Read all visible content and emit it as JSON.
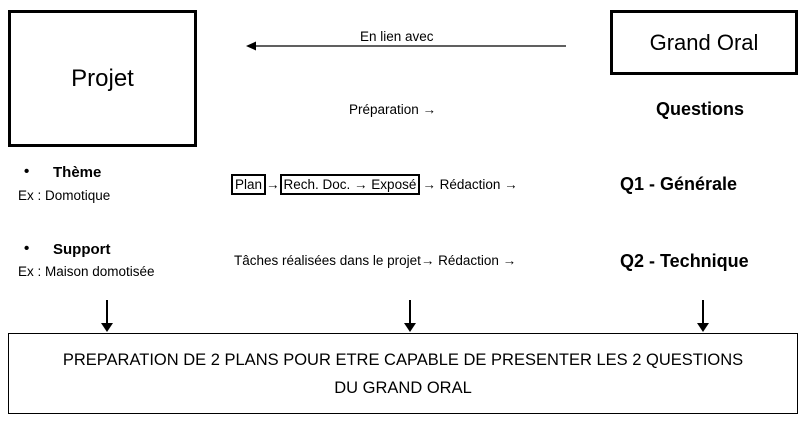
{
  "projet": {
    "title": "Projet"
  },
  "grand_oral": {
    "title": "Grand Oral"
  },
  "link_label": "En lien avec",
  "preparation_label": "Préparation →",
  "questions_label": "Questions",
  "theme": {
    "label": "Thème",
    "example": "Ex : Domotique"
  },
  "support": {
    "label": "Support",
    "example": "Ex : Maison domotisée"
  },
  "bullet": "•",
  "flow1": {
    "plan": "Plan",
    "arrow1": "→",
    "rech_expose": "Rech. Doc. → Exposé",
    "tail": "→ Rédaction →"
  },
  "flow2": "Tâches réalisées dans le projet→ Rédaction →",
  "q1": "Q1 - Générale",
  "q2": "Q2 - Technique",
  "conclusion": {
    "line1": "PREPARATION DE 2 PLANS POUR ETRE CAPABLE DE PRESENTER LES 2 QUESTIONS",
    "line2": "DU GRAND ORAL"
  }
}
